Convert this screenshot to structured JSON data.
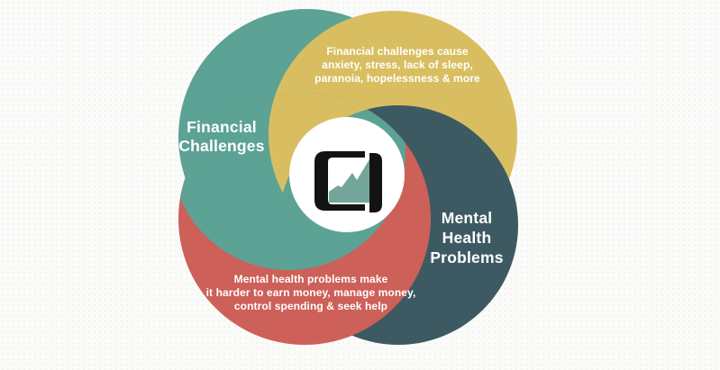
{
  "canvas": {
    "bg": "#fbfbfa",
    "dot_color": "#e7e7e4",
    "text_color": "#ffffff"
  },
  "diagram": {
    "type": "four-circle-pinwheel-venn",
    "center": {
      "icon": "area-chart-icon",
      "hub_bg": "#ffffff",
      "frame_color": "#131313",
      "chart_color": "#73a59b"
    },
    "circles": {
      "financial_challenges": {
        "color": "#5ca295",
        "label_lines": [
          "Financial",
          "Challenges"
        ]
      },
      "financial_impact": {
        "color": "#d9be61",
        "text_lines": [
          "Financial challenges cause",
          "anxiety, stress, lack of sleep,",
          "paranoia, hopelessness & more"
        ]
      },
      "mental_health_problems": {
        "color": "#3d5a63",
        "label_lines": [
          "Mental",
          "Health",
          "Problems"
        ]
      },
      "mental_impact": {
        "color": "#cd6058",
        "text_lines": [
          "Mental health problems make",
          "it harder to earn money, manage money,",
          "control spending & seek help"
        ]
      }
    }
  }
}
